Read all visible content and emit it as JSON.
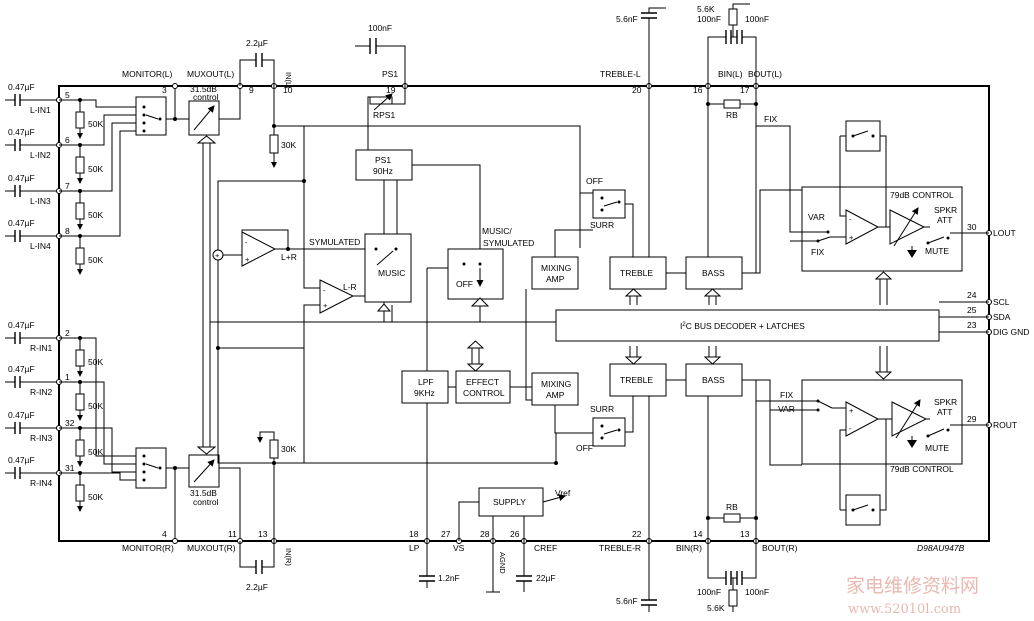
{
  "chip_id": "D98AU947B",
  "watermark": {
    "cn": "家电维修资料网",
    "url": "www.52010l.com"
  },
  "inputs_left": [
    {
      "label": "L-IN1",
      "cap": "0.47µF",
      "pin": "5",
      "res": "50K"
    },
    {
      "label": "L-IN2",
      "cap": "0.47µF",
      "pin": "6",
      "res": "50K"
    },
    {
      "label": "L-IN3",
      "cap": "0.47µF",
      "pin": "7",
      "res": "50K"
    },
    {
      "label": "L-IN4",
      "cap": "0.47µF",
      "pin": "8",
      "res": "50K"
    },
    {
      "label": "R-IN1",
      "cap": "0.47µF",
      "pin": "2",
      "res": "50K"
    },
    {
      "label": "R-IN2",
      "cap": "0.47µF",
      "pin": "1",
      "res": "50K"
    },
    {
      "label": "R-IN3",
      "cap": "0.47µF",
      "pin": "32",
      "res": "50K"
    },
    {
      "label": "R-IN4",
      "cap": "0.47µF",
      "pin": "31",
      "res": "50K"
    }
  ],
  "top_pins": {
    "monitor_l": {
      "name": "MONITOR(L)",
      "pin": "3"
    },
    "muxout_l": {
      "name": "MUXOUT(L)",
      "pin": "9"
    },
    "in_l": {
      "name": "IN(L)",
      "pin": "10"
    },
    "ps1": {
      "name": "PS1",
      "pin": "19"
    },
    "treble_l": {
      "name": "TREBLE-L",
      "pin": "20"
    },
    "bin_l": {
      "name": "BIN(L)",
      "pin": "16"
    },
    "bout_l": {
      "name": "BOUT(L)",
      "pin": "17"
    }
  },
  "bottom_pins": {
    "monitor_r": {
      "name": "MONITOR(R)",
      "pin": "4"
    },
    "muxout_r": {
      "name": "MUXOUT(R)",
      "pin": "11"
    },
    "in_r": {
      "name": "IN(R)",
      "pin": "13"
    },
    "lp": {
      "name": "LP",
      "pin": "18"
    },
    "vs": {
      "name": "VS",
      "pin": "27"
    },
    "agnd": {
      "name": "AGND",
      "pin": "28"
    },
    "cref": {
      "name": "CREF",
      "pin": "26"
    },
    "treble_r": {
      "name": "TREBLE-R",
      "pin": "22"
    },
    "bin_r": {
      "name": "BIN(R)",
      "pin": "14"
    },
    "bout_r": {
      "name": "BOUT(R)",
      "pin": "13"
    }
  },
  "right_pins": [
    {
      "name": "LOUT",
      "pin": "30"
    },
    {
      "name": "SCL",
      "pin": "24"
    },
    {
      "name": "SDA",
      "pin": "25"
    },
    {
      "name": "DIG GND",
      "pin": "23"
    },
    {
      "name": "ROUT",
      "pin": "29"
    }
  ],
  "components": {
    "cap_muxout": "2.2µF",
    "cap_ps1": "100nF",
    "cap_treble": "5.6nF",
    "cap_bass": "100nF",
    "res_bass": "5.6K",
    "res_rb": "RB",
    "res_30k": "30K",
    "cap_lp": "1.2nF",
    "cap_cref": "22µF"
  },
  "blocks": {
    "vol_control": [
      "31.5dB",
      "control"
    ],
    "ps1_block": [
      "PS1",
      "90Hz"
    ],
    "rps1": "RPS1",
    "symulated": "SYMULATED",
    "music": "MUSIC",
    "l_plus_r": "L+R",
    "l_minus_r": "L-R",
    "music_sym": [
      "MUSIC/",
      "SYMULATED"
    ],
    "off": "OFF",
    "mixing_amp": [
      "MIXING",
      "AMP"
    ],
    "surr": "SURR",
    "treble": "TREBLE",
    "bass": "BASS",
    "i2c_pre": "I",
    "i2c_sup": "2",
    "i2c_post": "C BUS DECODER + LATCHES",
    "lpf": [
      "LPF",
      "9KHz"
    ],
    "effect": [
      "EFFECT",
      "CONTROL"
    ],
    "supply": "SUPPLY",
    "vref": "Vref",
    "fix": "FIX",
    "var": "VAR",
    "ctrl79": "79dB CONTROL",
    "spkr_att": [
      "SPKR",
      "ATT"
    ],
    "mute": "MUTE"
  }
}
